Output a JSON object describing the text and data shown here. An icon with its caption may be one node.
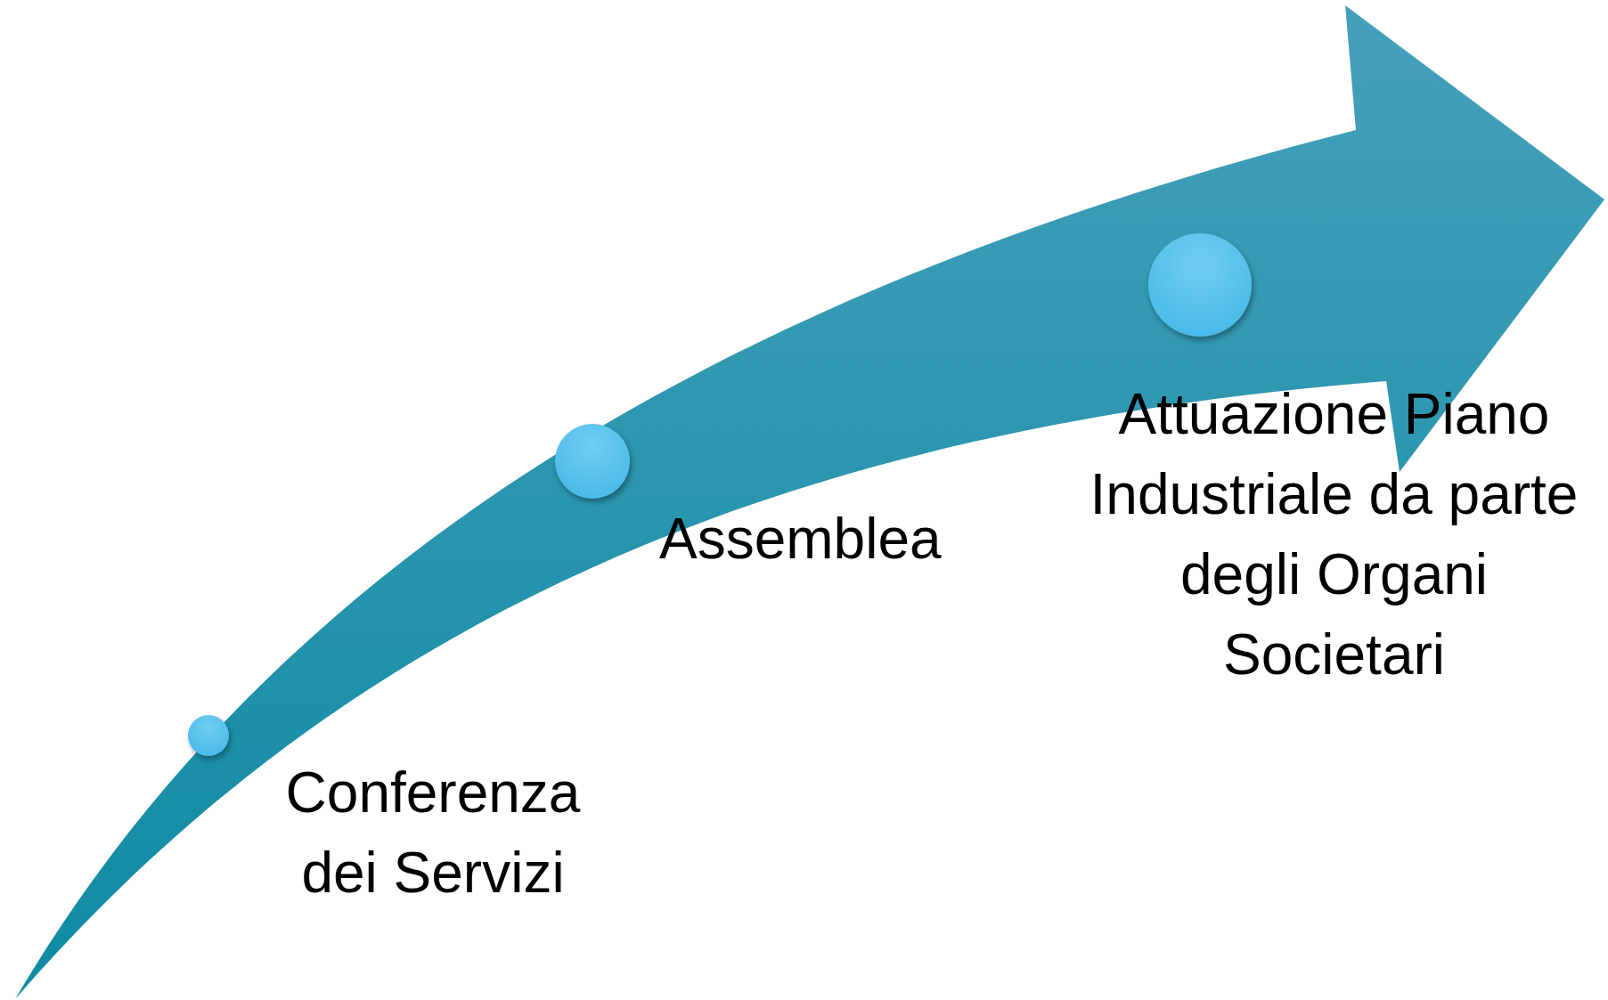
{
  "diagram": {
    "nodes": [
      {
        "text": [],
        "shape": "circle",
        "beside": [
          "Conferenza dei Servizi"
        ]
      },
      {
        "text": [],
        "shape": "circle",
        "beside": [
          "Assemblea"
        ]
      },
      {
        "text": [],
        "shape": "circle",
        "beside": [
          "Attuazione Piano Industriale da parte degli Organi Societari"
        ]
      }
    ],
    "edges": []
  }
}
